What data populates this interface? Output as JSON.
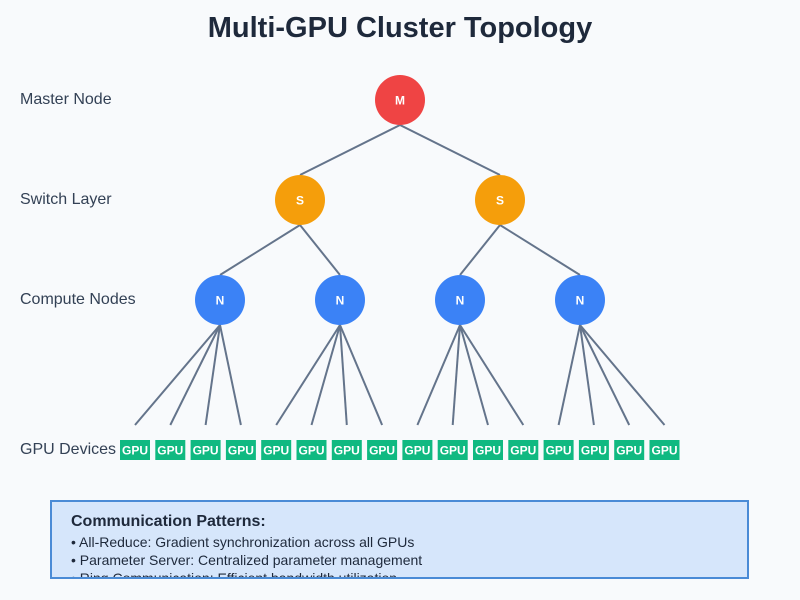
{
  "title": "Multi-GPU Cluster Topology",
  "layers": {
    "master": "Master Node",
    "switch": "Switch Layer",
    "compute": "Compute Nodes",
    "gpu": "GPU Devices"
  },
  "node_labels": {
    "master": "M",
    "switch": "S",
    "compute": "N",
    "gpu": "GPU"
  },
  "topology": {
    "master_count": 1,
    "switch_count": 2,
    "compute_per_switch": 2,
    "gpus_per_compute": 4
  },
  "colors": {
    "master": "#ef4444",
    "switch": "#f59e0b",
    "compute": "#3b82f6",
    "gpu": "#10b981",
    "edge": "#64748b"
  },
  "info": {
    "title": "Communication Patterns:",
    "items": [
      "• All-Reduce: Gradient synchronization across all GPUs",
      "• Parameter Server: Centralized parameter management",
      "• Ring Communication: Efficient bandwidth utilization"
    ]
  }
}
